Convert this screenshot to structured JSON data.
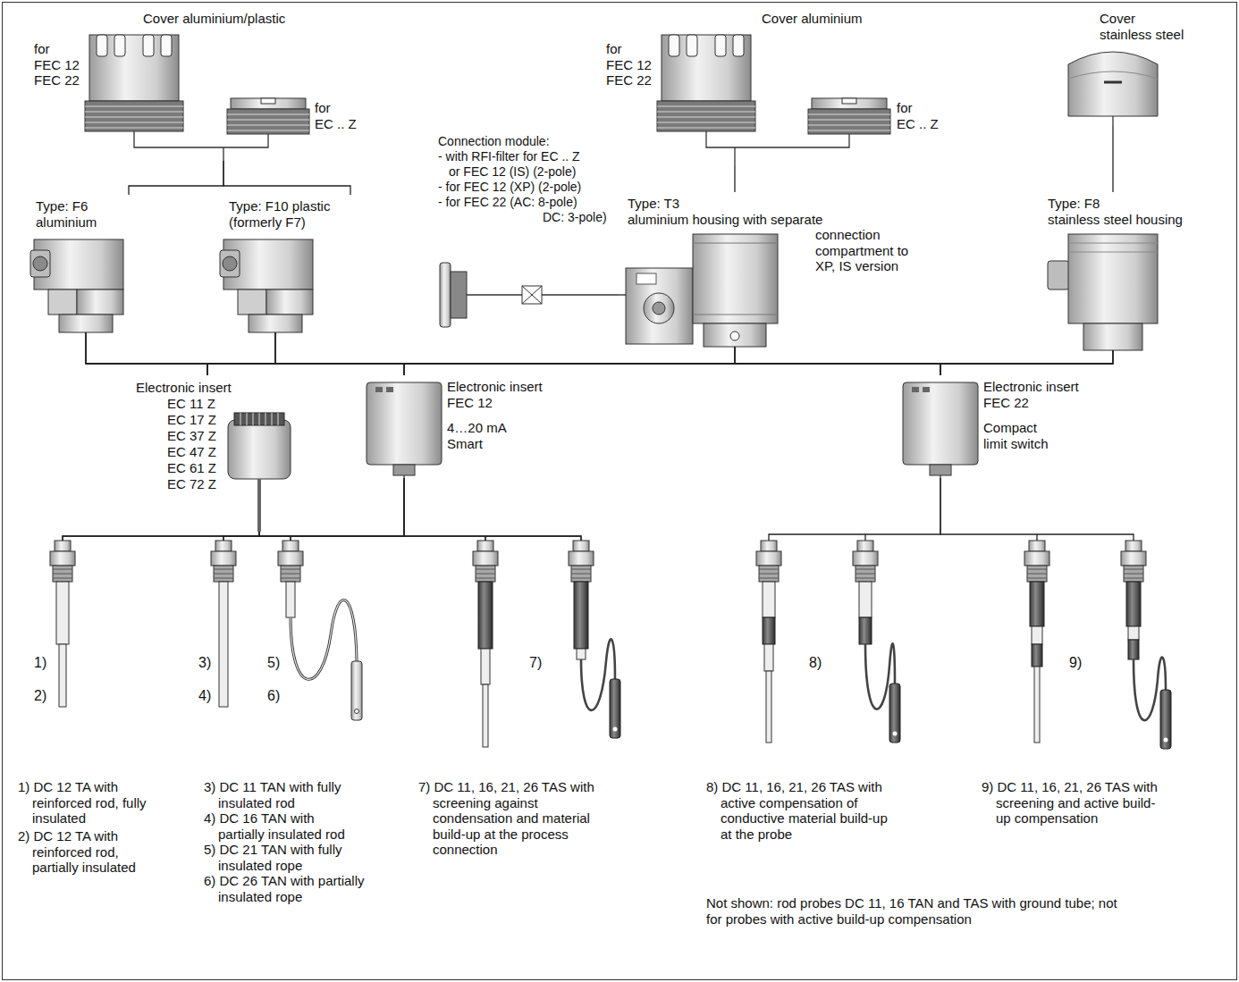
{
  "diagram": {
    "nodes": [
      {
        "text": [
          "Cover aluminium/plastic",
          "for",
          "FEC 12",
          "FEC 22",
          "for",
          "EC .. Z"
        ]
      },
      {
        "text": [
          "Cover aluminium",
          "for",
          "FEC 12",
          "FEC 22",
          "for",
          "EC .. Z"
        ]
      },
      {
        "text": [
          "Cover",
          "stainless steel"
        ]
      },
      {
        "text": [
          "Type: F6 aluminium"
        ]
      },
      {
        "text": [
          "Type: F10 plastic (formerly F7)"
        ]
      },
      {
        "text": [
          "Connection module:",
          "- with RFI-filter for EC .. Z",
          "or FEC 12 (IS) (2-pole)",
          "- for FEC 12 (XP) (2-pole)",
          "- for FEC 22 (AC: 8-pole)",
          "DC: 3-pole)"
        ]
      },
      {
        "text": [
          "Type: T3",
          "aluminium housing with separate",
          "connection compartment to XP, IS version"
        ]
      },
      {
        "text": [
          "Type: F8",
          "stainless steel housing"
        ]
      },
      {
        "text": [
          "Electronic insert",
          "EC 11 Z",
          "EC 17 Z",
          "EC 37 Z",
          "EC 47 Z",
          "EC 61 Z",
          "EC 72 Z"
        ]
      },
      {
        "text": [
          "Electronic insert FEC 12",
          "4…20 mA Smart"
        ]
      },
      {
        "text": [
          "Electronic insert FEC 22",
          "Compact limit switch"
        ]
      },
      {
        "text": [
          "1)",
          "2)"
        ]
      },
      {
        "text": [
          "3)",
          "4)"
        ]
      },
      {
        "text": [
          "5)",
          "6)"
        ]
      },
      {
        "text": [
          "7)"
        ]
      },
      {
        "text": [
          "8)"
        ]
      },
      {
        "text": [
          "9)"
        ]
      }
    ],
    "edges": [
      {
        "from": 0,
        "to": 3,
        "arrow": "none"
      },
      {
        "from": 0,
        "to": 4,
        "arrow": "none"
      },
      {
        "from": 1,
        "to": 6,
        "arrow": "none"
      },
      {
        "from": 2,
        "to": 7,
        "arrow": "none"
      },
      {
        "from": 5,
        "to": 6,
        "arrow": "none"
      },
      {
        "from": 3,
        "to": 8,
        "arrow": "none"
      },
      {
        "from": 3,
        "to": 9,
        "arrow": "none"
      },
      {
        "from": 3,
        "to": 10,
        "arrow": "none"
      },
      {
        "from": 4,
        "to": 8,
        "arrow": "none"
      },
      {
        "from": 4,
        "to": 9,
        "arrow": "none"
      },
      {
        "from": 4,
        "to": 10,
        "arrow": "none"
      },
      {
        "from": 6,
        "to": 8,
        "arrow": "none"
      },
      {
        "from": 6,
        "to": 9,
        "arrow": "none"
      },
      {
        "from": 6,
        "to": 10,
        "arrow": "none"
      },
      {
        "from": 7,
        "to": 8,
        "arrow": "none"
      },
      {
        "from": 7,
        "to": 9,
        "arrow": "none"
      },
      {
        "from": 7,
        "to": 10,
        "arrow": "none"
      },
      {
        "from": 8,
        "to": 11,
        "arrow": "none"
      },
      {
        "from": 8,
        "to": 12,
        "arrow": "none"
      },
      {
        "from": 8,
        "to": 13,
        "arrow": "none"
      },
      {
        "from": 8,
        "to": 14,
        "arrow": "none"
      },
      {
        "from": 9,
        "to": 11,
        "arrow": "none"
      },
      {
        "from": 9,
        "to": 12,
        "arrow": "none"
      },
      {
        "from": 9,
        "to": 13,
        "arrow": "none"
      },
      {
        "from": 9,
        "to": 14,
        "arrow": "none"
      },
      {
        "from": 10,
        "to": 15,
        "arrow": "none"
      },
      {
        "from": 10,
        "to": 16,
        "arrow": "none"
      }
    ],
    "labels": [
      "1) DC 12 TA with reinforced rod, fully insulated",
      "2) DC 12 TA with reinforced rod, partially insulated",
      "3) DC 11 TAN with fully insulated rod",
      "4) DC 16 TAN with partially insulated rod",
      "5) DC 21 TAN with fully insulated rope",
      "6) DC 26 TAN with partially insulated rope",
      "7) DC 11, 16, 21, 26 TAS with screening against condensation and material build-up at the process connection",
      "8) DC 11, 16, 21, 26 TAS with active compensation of conductive material build-up at the probe",
      "9) DC 11, 16, 21, 26 TAS with screening and active build-up compensation",
      "Not shown: rod probes DC 11, 16 TAN and TAS with ground tube; not for probes with active build-up compensation"
    ]
  }
}
